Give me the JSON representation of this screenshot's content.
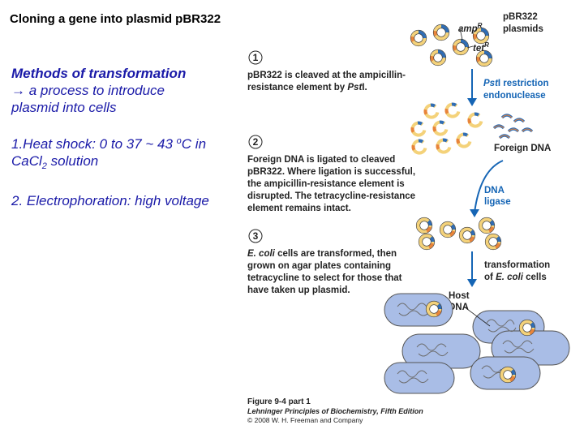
{
  "title": "Cloning a gene into plasmid pBR322",
  "methods": {
    "heading": "Methods of transformation",
    "line1": "→ a process to introduce",
    "line2": "plasmid into cells",
    "heat_shock_a": "1.Heat shock: 0 to 37 ~ 43 ",
    "heat_shock_sup": "o",
    "heat_shock_b": "C in",
    "cacl_a": "CaCl",
    "cacl_sub": "2",
    "cacl_b": " solution",
    "electro": "2. Electrophoration: high voltage"
  },
  "figure": {
    "plasmid_label_1": "pBR322",
    "plasmid_label_2": "plasmids",
    "amp_label": "amp",
    "amp_sup": "R",
    "tet_label": "tet",
    "tet_sup": "R",
    "step1_num": "1",
    "step1_line1": "pBR322 is cleaved at the ampicillin-",
    "step1_line2a": "resistance element by ",
    "step1_line2b": "Pst",
    "step1_line2c": "I.",
    "pst_label_1a": "Pst",
    "pst_label_1b": "I restriction",
    "pst_label_2": "endonuclease",
    "foreign_dna": "Foreign DNA",
    "step2_num": "2",
    "step2_line1": "Foreign DNA is ligated to cleaved",
    "step2_line2": "pBR322. Where ligation is successful,",
    "step2_line3": "the ampicillin-resistance element is",
    "step2_line4": "disrupted. The tetracycline-resistance",
    "step2_line5": "element remains intact.",
    "ligase_1": "DNA",
    "ligase_2": "ligase",
    "step3_num": "3",
    "step3_line1a": "E. coli",
    "step3_line1b": " cells are transformed, then",
    "step3_line2": "grown on agar plates containing",
    "step3_line3": "tetracycline to select for those that",
    "step3_line4": "have taken up plasmid.",
    "transform_1": "transformation",
    "transform_2a": "of ",
    "transform_2b": "E. coli",
    "transform_2c": " cells",
    "host_1": "Host",
    "host_2": "DNA",
    "caption_1": "Figure 9-4 part 1",
    "caption_2": "Lehninger Principles of Biochemistry, Fifth Edition",
    "caption_3": "© 2008 W. H. Freeman and Company"
  },
  "colors": {
    "text_blue": "#1a1aa8",
    "arrow_blue": "#1565b5",
    "cell_fill": "#a9bde6",
    "plasmid_blue": "#2f6db5",
    "plasmid_yellow": "#f4d27a",
    "plasmid_orange": "#e8843a"
  }
}
